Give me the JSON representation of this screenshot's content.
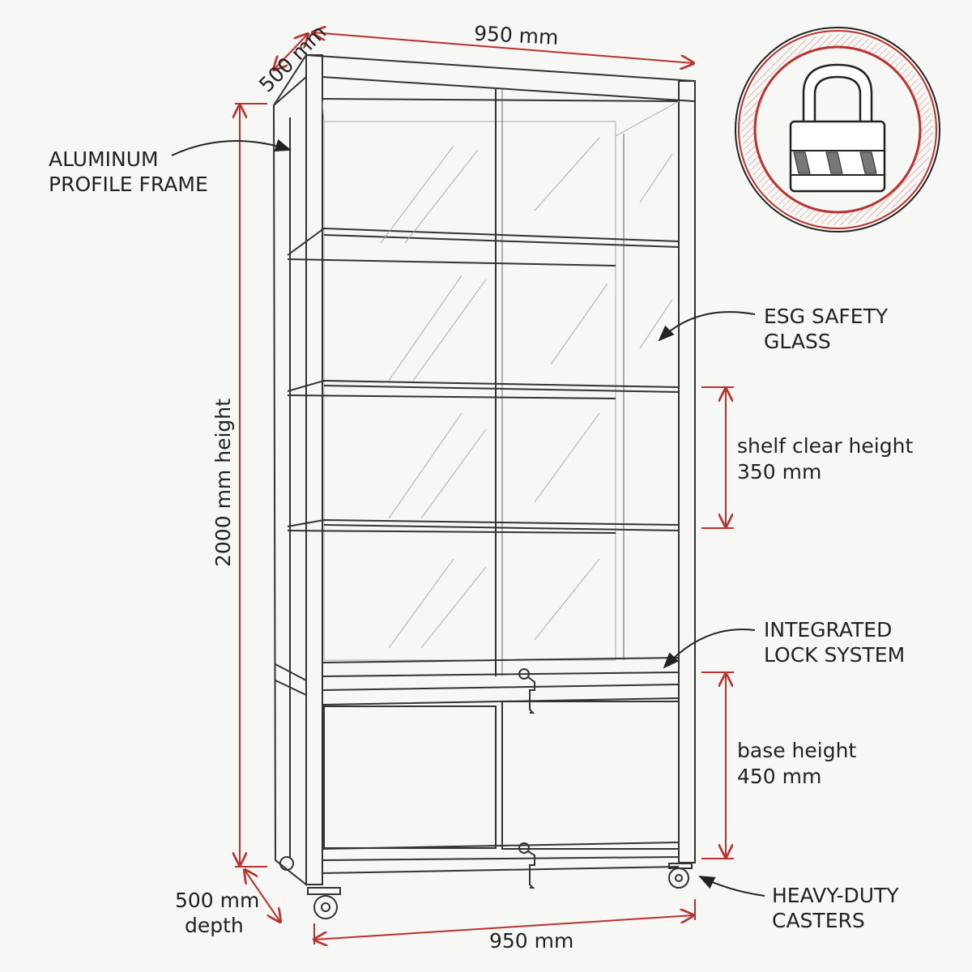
{
  "colors": {
    "dimension": "#b8322e",
    "ink": "#333333",
    "background": "#f7f7f5"
  },
  "dimensions": {
    "top_width": "950 mm",
    "top_depth": "500 mm",
    "height": "2000 mm height",
    "shelf_clear_line1": "shelf clear height",
    "shelf_clear_line2": "350 mm",
    "base_line1": "base height",
    "base_line2": "450 mm",
    "bottom_depth_line1": "500 mm",
    "bottom_depth_line2": "depth",
    "bottom_width": "950 mm"
  },
  "callouts": {
    "frame": [
      "ALUMINUM",
      "PROFILE FRAME"
    ],
    "glass": [
      "ESG SAFETY",
      "GLASS"
    ],
    "lock": [
      "INTEGRATED",
      "LOCK SYSTEM"
    ],
    "casters": [
      "HEAVY-DUTY",
      "CASTERS"
    ]
  },
  "badge_icon": "padlock-icon"
}
